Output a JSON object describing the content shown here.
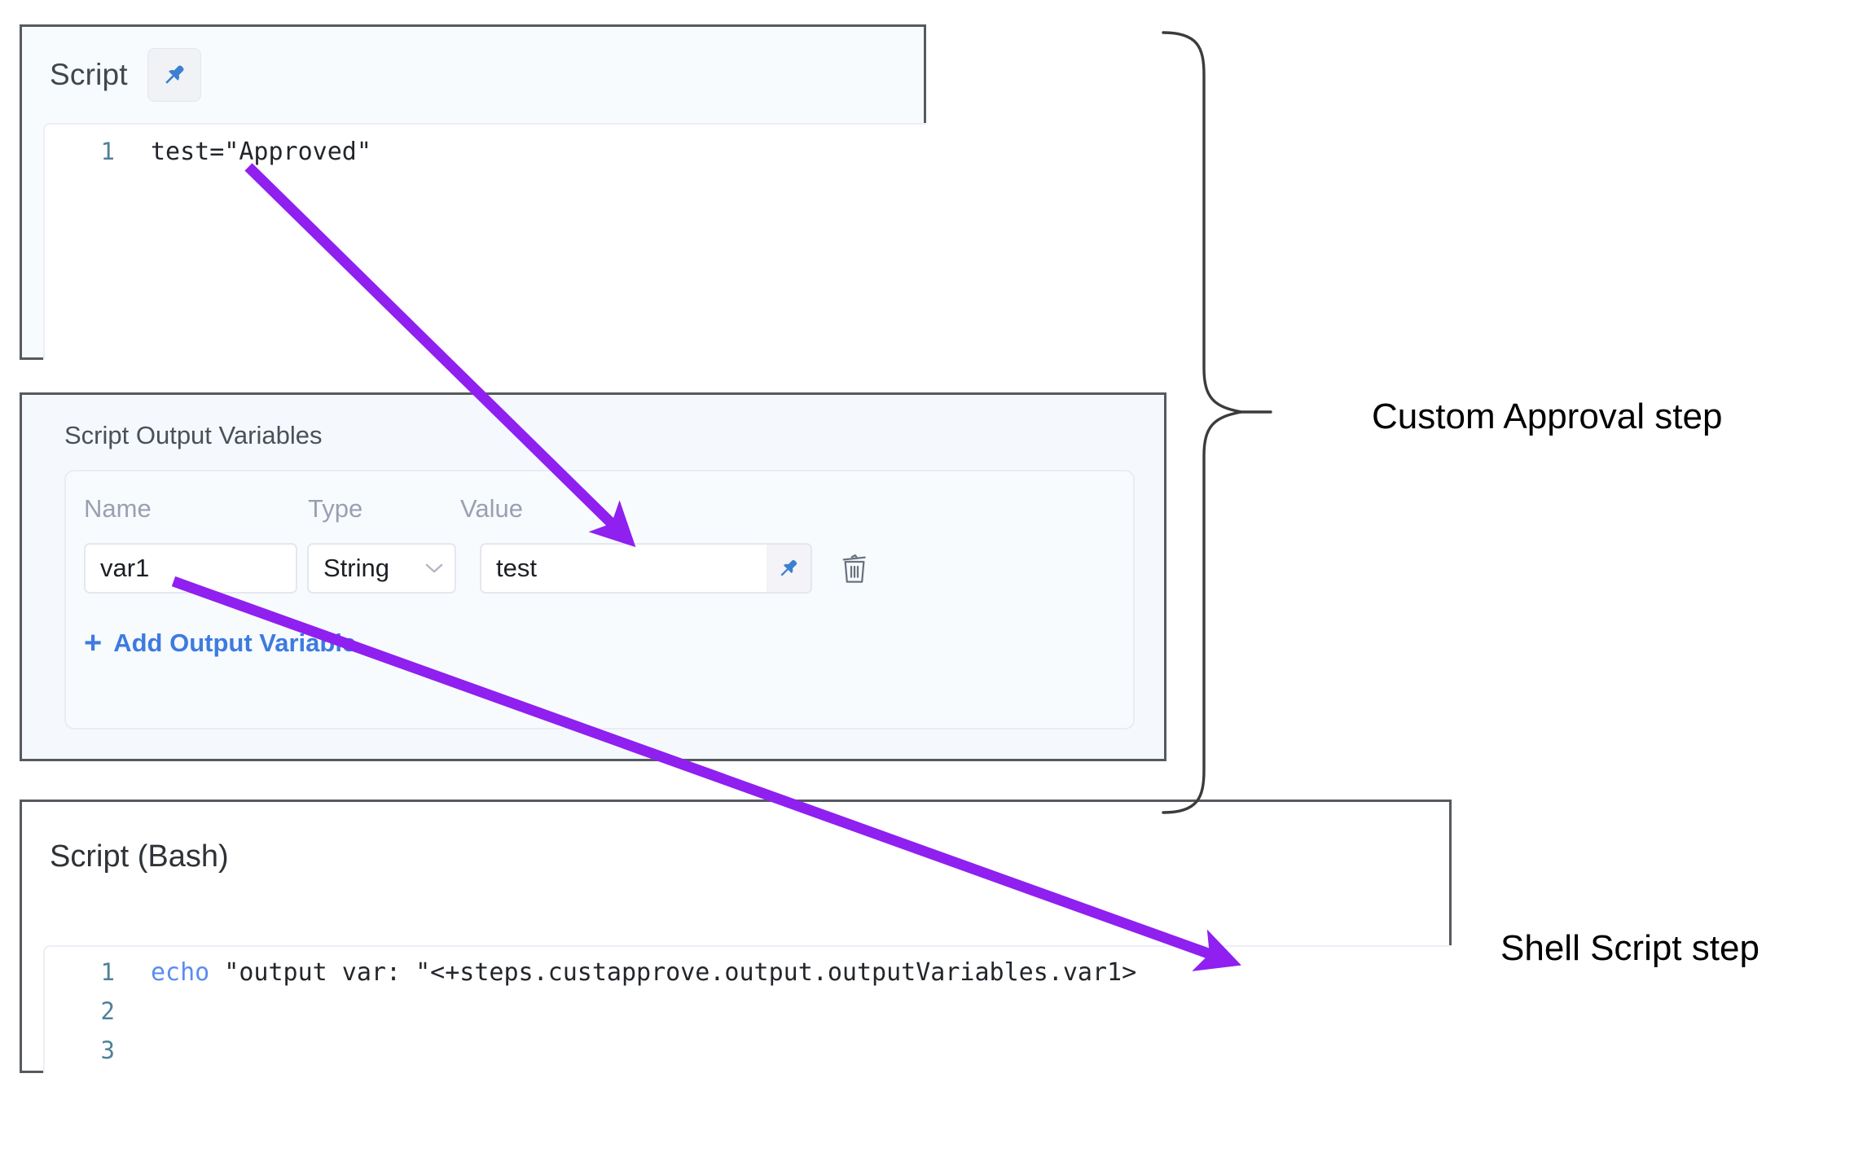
{
  "script_panel": {
    "title": "Script",
    "pin_icon": "pin-icon",
    "code": [
      {
        "line_no": "1",
        "text": "test=\"Approved\""
      }
    ]
  },
  "output_variables_panel": {
    "title": "Script Output Variables",
    "columns": [
      "Name",
      "Type",
      "Value"
    ],
    "rows": [
      {
        "name": "var1",
        "type": "String",
        "value": "test",
        "pin_icon": "pin-icon",
        "delete_icon": "trash-icon",
        "dropdown_icon": "chevron-down-icon"
      }
    ],
    "add_label": "Add Output Variable",
    "add_plus": "+"
  },
  "bash_panel": {
    "title": "Script (Bash)",
    "code": [
      {
        "line_no": "1",
        "keyword": "echo",
        "text": " \"output var: \"<+steps.custapprove.output.outputVariables.var1>"
      },
      {
        "line_no": "2",
        "keyword": "",
        "text": ""
      },
      {
        "line_no": "3",
        "keyword": "",
        "text": ""
      }
    ]
  },
  "annotations": {
    "brace_label": "Custom Approval step",
    "shell_label": "Shell Script step",
    "arrow_color": "#8f20ef",
    "brace_color": "#3c3c3c"
  },
  "colors": {
    "panel_border": "#555a5f",
    "link_blue": "#3d7be0",
    "pin_blue": "#3d7fd0",
    "header_gray": "#9b9fb2",
    "line_number": "#4f8197",
    "keyword_blue": "#5b8cf0"
  }
}
